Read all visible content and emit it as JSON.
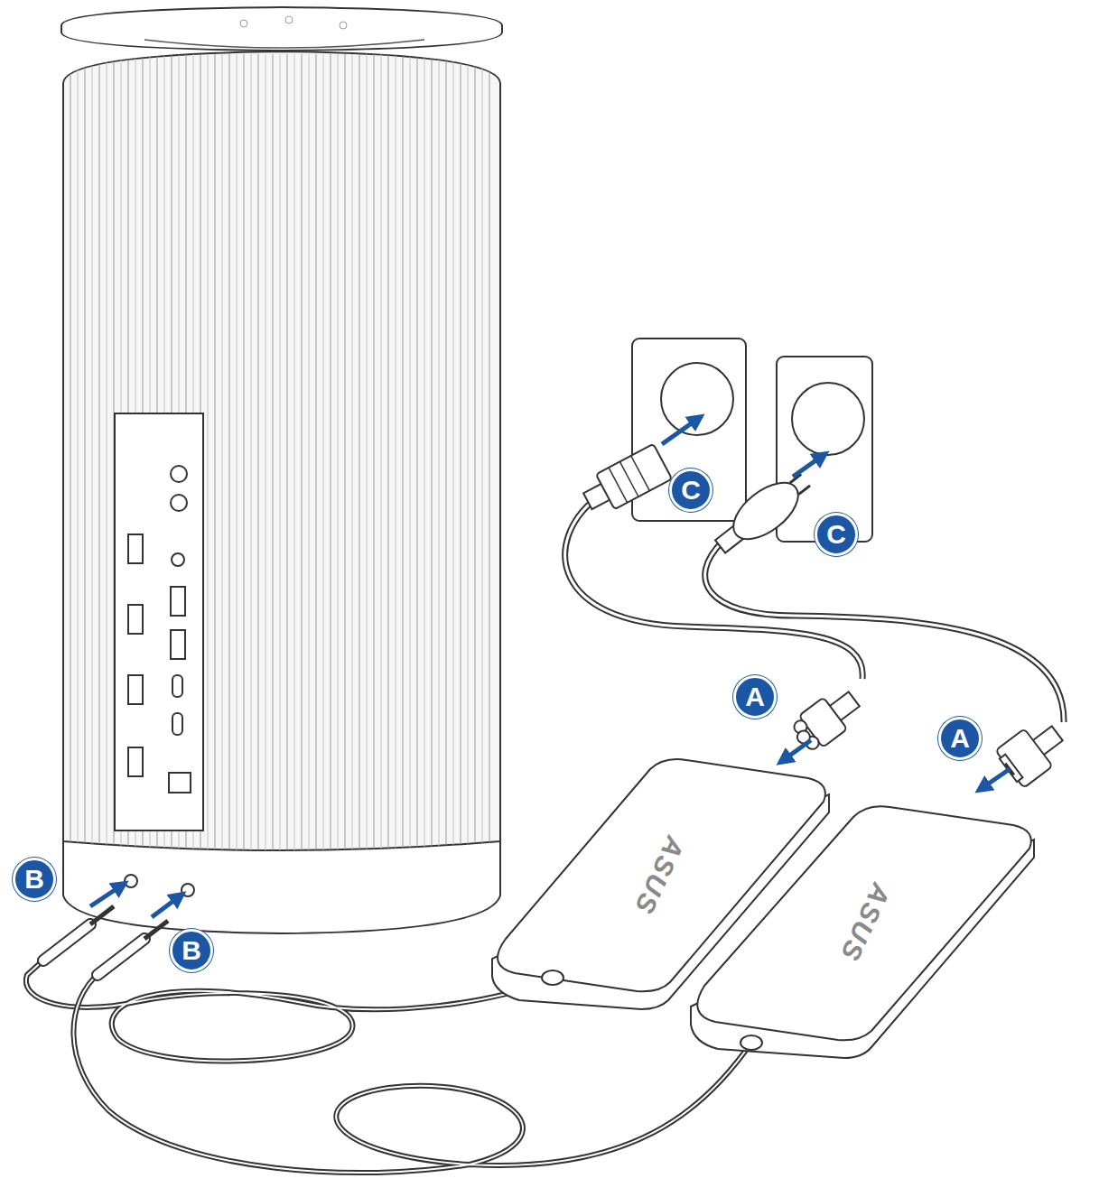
{
  "diagram": {
    "nodes": [
      {
        "text": [
          "C"
        ]
      },
      {
        "text": [
          "C"
        ]
      },
      {
        "text": [
          "A"
        ]
      },
      {
        "text": [
          "A"
        ]
      },
      {
        "text": [
          "ASUS"
        ]
      },
      {
        "text": [
          "ASUS"
        ]
      },
      {
        "text": [
          "B"
        ]
      },
      {
        "text": [
          "B"
        ]
      }
    ]
  }
}
